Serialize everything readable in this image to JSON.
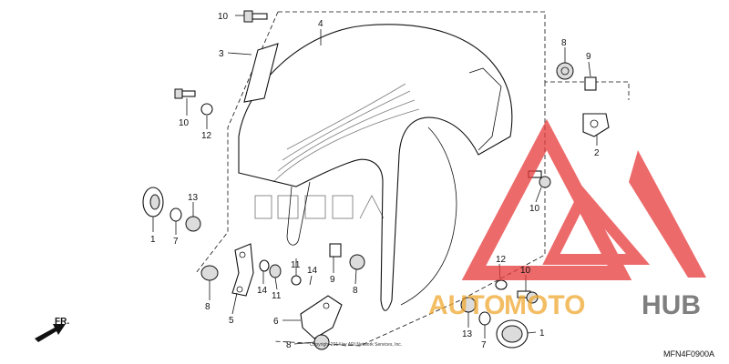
{
  "diagram_code": "MFN4F0900A",
  "direction_label": "FR.",
  "copyright": "Copyright 2014 by ARI Network Services, Inc.",
  "watermark": {
    "part1": "AUTO",
    "part2": "MOTO",
    "part3": "HUB"
  },
  "colors": {
    "watermark_red": "#e8393a",
    "watermark_orange": "#f0a830",
    "watermark_grey": "#555555"
  },
  "callouts": [
    {
      "id": "c1",
      "label": "1"
    },
    {
      "id": "c2",
      "label": "1"
    },
    {
      "id": "c3",
      "label": "2"
    },
    {
      "id": "c4",
      "label": "3"
    },
    {
      "id": "c5",
      "label": "4"
    },
    {
      "id": "c6",
      "label": "5"
    },
    {
      "id": "c7",
      "label": "6"
    },
    {
      "id": "c8",
      "label": "7"
    },
    {
      "id": "c9",
      "label": "7"
    },
    {
      "id": "c10",
      "label": "8"
    },
    {
      "id": "c11",
      "label": "8"
    },
    {
      "id": "c12",
      "label": "8"
    },
    {
      "id": "c13",
      "label": "8"
    },
    {
      "id": "c14",
      "label": "9"
    },
    {
      "id": "c15",
      "label": "9"
    },
    {
      "id": "c16",
      "label": "10"
    },
    {
      "id": "c17",
      "label": "10"
    },
    {
      "id": "c18",
      "label": "10"
    },
    {
      "id": "c19",
      "label": "10"
    },
    {
      "id": "c20",
      "label": "11"
    },
    {
      "id": "c21",
      "label": "11"
    },
    {
      "id": "c22",
      "label": "12"
    },
    {
      "id": "c23",
      "label": "12"
    },
    {
      "id": "c24",
      "label": "13"
    },
    {
      "id": "c25",
      "label": "13"
    },
    {
      "id": "c26",
      "label": "14"
    },
    {
      "id": "c27",
      "label": "14"
    }
  ]
}
